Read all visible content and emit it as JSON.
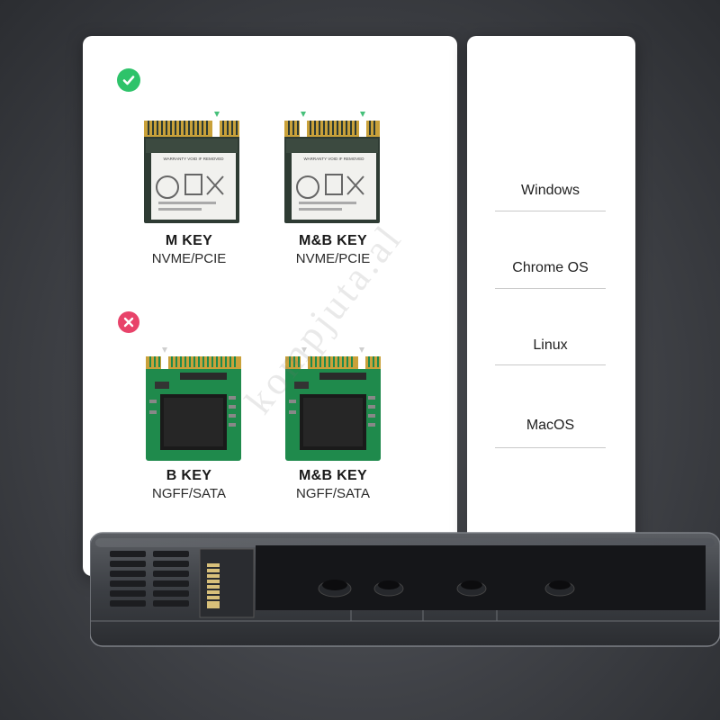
{
  "supported": {
    "status_icon": "check-circle-icon",
    "status_color": "#2ec36a",
    "modules": [
      {
        "key": "M KEY",
        "interface": "NVME/PCIE",
        "label_text": "WARRANTY VOID IF REMOVED"
      },
      {
        "key": "M&B KEY",
        "interface": "NVME/PCIE",
        "label_text": "WARRANTY VOID IF REMOVED"
      }
    ]
  },
  "unsupported": {
    "status_icon": "x-circle-icon",
    "status_color": "#e8436a",
    "modules": [
      {
        "key": "B KEY",
        "interface": "NGFF/SATA"
      },
      {
        "key": "M&B KEY",
        "interface": "NGFF/SATA"
      }
    ]
  },
  "os_list": [
    "Windows",
    "Chrome OS",
    "Linux",
    "MacOS"
  ],
  "watermark": "kompjuta.al"
}
